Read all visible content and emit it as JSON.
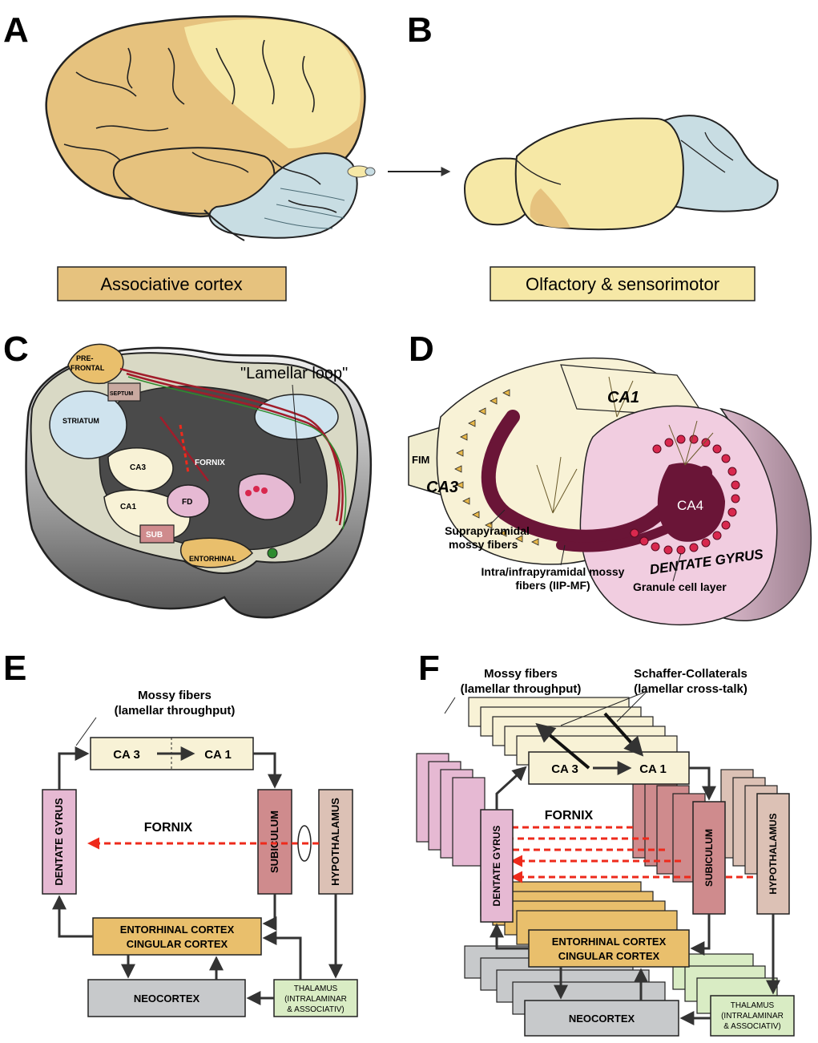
{
  "panels": {
    "A": {
      "letter": "A",
      "caption": "Associative cortex",
      "colors": {
        "associative": "#e6c27e",
        "sensory": "#f6e8a6",
        "cerebellum": "#c8dde3"
      }
    },
    "B": {
      "letter": "B",
      "caption": "Olfactory &  sensorimotor",
      "colors": {
        "cortex": "#f6e8a6",
        "associative": "#e6c27e",
        "cerebellum": "#c8dde3"
      }
    },
    "C": {
      "letter": "C",
      "callout": "\"Lamellar loop\"",
      "labels": {
        "prefrontal_1": "PRE-",
        "prefrontal_2": "FRONTAL",
        "septum": "SEPTUM",
        "striatum": "STRIATUM",
        "ca3": "CA3",
        "fornix": "FORNIX",
        "ca1": "CA1",
        "fd": "FD",
        "sub": "SUB",
        "entorhinal": "ENTORHINAL"
      }
    },
    "D": {
      "letter": "D",
      "labels": {
        "ca1": "CA1",
        "fim": "FIM",
        "ca3": "CA3",
        "ca4": "CA4",
        "dentate": "DENTATE GYRUS",
        "supra_1": "Suprapyramidal",
        "supra_2": "mossy fibers",
        "intra_1": "Intra/infrapyramidal mossy",
        "intra_2": "fibers (IIP-MF)",
        "granule": "Granule cell layer"
      }
    },
    "E": {
      "letter": "E",
      "mossy_1": "Mossy fibers",
      "mossy_2": "(lamellar throughput)",
      "ca3": "CA 3",
      "ca1": "CA 1",
      "dentate": "DENTATE GYRUS",
      "subiculum": "SUBICULUM",
      "hypothalamus": "HYPOTHALAMUS",
      "fornix": "FORNIX",
      "entorhinal_1": "ENTORHINAL CORTEX",
      "entorhinal_2": "CINGULAR CORTEX",
      "neocortex": "NEOCORTEX",
      "thalamus_1": "THALAMUS",
      "thalamus_2": "(INTRALAMINAR",
      "thalamus_3": "& ASSOCIATIV)"
    },
    "F": {
      "letter": "F",
      "mossy_1": "Mossy fibers",
      "mossy_2": "(lamellar throughput)",
      "schaffer_1": "Schaffer-Collaterals",
      "schaffer_2": "(lamellar cross-talk)",
      "ca3": "CA 3",
      "ca1": "CA 1",
      "fornix": "FORNIX",
      "dentate": "DENTATE GYRUS",
      "subiculum": "SUBICULUM",
      "hypothalamus": "HYPOTHALAMUS",
      "entorhinal_1": "ENTORHINAL CORTEX",
      "entorhinal_2": "CINGULAR CORTEX",
      "neocortex": "NEOCORTEX",
      "thalamus_1": "THALAMUS",
      "thalamus_2": "(INTRALAMINAR",
      "thalamus_3": "& ASSOCIATIV)"
    }
  },
  "colors": {
    "ca_box": "#f8f2d6",
    "dentate_box": "#e6b9d3",
    "subiculum_box": "#cf8b8d",
    "hypothalamus_box": "#dcc1b5",
    "entorhinal_box": "#e9bf6c",
    "neocortex_box": "#c7c9cb",
    "thalamus_box": "#d9ecc4",
    "fornix_arrow": "#ee2a1b",
    "mossy_fiber": "#6a1537",
    "granule": "#d8284e"
  }
}
